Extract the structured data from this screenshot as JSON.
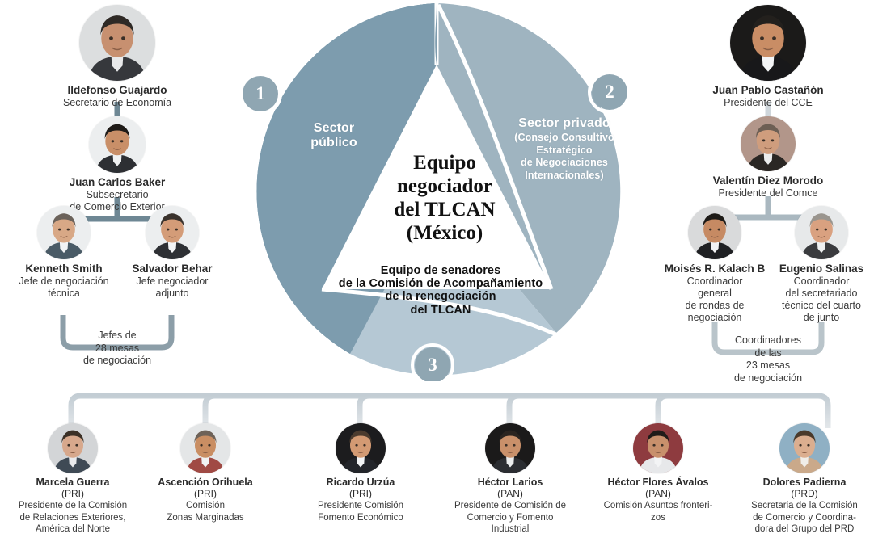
{
  "title": "Equipo negociador del TLCAN (México)",
  "wheel": {
    "center_text": "Equipo\nnegociador\ndel TLCAN\n(México)",
    "center_lines": [
      "Equipo",
      "negociador",
      "del TLCAN",
      "(México)"
    ],
    "segments": [
      {
        "number": "1",
        "label": "Sector\npúblico",
        "label_lines": [
          "Sector",
          "público"
        ],
        "sub_lines": [],
        "color": "#7d9cae"
      },
      {
        "number": "2",
        "label": "Sector privado",
        "label_lines": [
          "Sector privado"
        ],
        "sub_lines": [
          "(Consejo Consultivo",
          "Estratégico",
          "de Negociaciones",
          "Internacionales)"
        ],
        "color": "#9fb4c0"
      },
      {
        "number": "3",
        "label": "Equipo de senadores de la Comisión de Acompañamiento de la renegociación del TLCAN",
        "label_lines": [
          "Equipo de senadores",
          "de la Comisión de Acompañamiento",
          "de la renegociación",
          "del TLCAN"
        ],
        "sub_lines": [],
        "color": "#b5c8d4"
      }
    ],
    "badge_color": "#8fa6b2"
  },
  "public_sector": {
    "people": [
      {
        "name": "Ildefonso Guajardo",
        "role_lines": [
          "Secretario de Economía"
        ],
        "skin": "#c79070",
        "hair": "#2f2a26",
        "suit": "#36383c",
        "shirt": "#e8e9ea",
        "bg": "#dcdedf"
      },
      {
        "name": "Juan Carlos Baker",
        "role_lines": [
          "Subsecretario",
          "de Comercio Exterior"
        ],
        "skin": "#c98f68",
        "hair": "#1f1b18",
        "suit": "#2d2f33",
        "shirt": "#f0f1f2",
        "bg": "#eceeef"
      },
      {
        "name": "Kenneth Smith",
        "role_lines": [
          "Jefe de negociación",
          "técnica"
        ],
        "skin": "#d8a886",
        "hair": "#6b625a",
        "suit": "#4a5b66",
        "shirt": "#f2f3f4",
        "bg": "#eceeef"
      },
      {
        "name": "Salvador Behar",
        "role_lines": [
          "Jefe negociador",
          "adjunto"
        ],
        "skin": "#d49c78",
        "hair": "#3a322c",
        "suit": "#2e3034",
        "shirt": "#f3f4f5",
        "bg": "#eceeef"
      }
    ],
    "note_lines": [
      "Jefes de",
      "28 mesas",
      "de negociación"
    ]
  },
  "private_sector": {
    "people": [
      {
        "name": "Juan Pablo Castañón",
        "role_lines": [
          "Presidente del CCE"
        ],
        "skin": "#c98d65",
        "hair": "#23201d",
        "suit": "#18181a",
        "shirt": "#f4f5f6",
        "bg": "#1b1a19"
      },
      {
        "name": "Valentín Diez Morodo",
        "role_lines": [
          "Presidente del Comce"
        ],
        "skin": "#cf9d7d",
        "hair": "#6d5f54",
        "suit": "#2a2724",
        "shirt": "#eceded",
        "bg": "#b2968a"
      },
      {
        "name": "Moisés R. Kalach B",
        "role_lines": [
          "Coordinador",
          "general",
          "de rondas de",
          "negociación"
        ],
        "skin": "#c68a63",
        "hair": "#1d1a17",
        "suit": "#1f2023",
        "shirt": "#f2f2f3",
        "bg": "#d9dadb"
      },
      {
        "name": "Eugenio Salinas",
        "role_lines": [
          "Coordinador",
          "del secretariado",
          "técnico del cuarto",
          "de junto"
        ],
        "skin": "#d9a180",
        "hair": "#9a958e",
        "suit": "#3a3b3e",
        "shirt": "#eef0f0",
        "bg": "#e7e9ea"
      }
    ],
    "note_lines": [
      "Coordinadores",
      "de las",
      "23 mesas",
      "de negociación"
    ]
  },
  "senators": [
    {
      "name": "Marcela Guerra",
      "party": "(PRI)",
      "role_lines": [
        "Presidente de la Comisión",
        "de Relaciones Exteriores,",
        "América del Norte"
      ],
      "skin": "#d7a88c",
      "hair": "#3b3026",
      "suit": "#3f4a55",
      "shirt": "#e9eaec",
      "bg": "#d3d5d7"
    },
    {
      "name": "Ascención Orihuela",
      "party": "(PRI)",
      "role_lines": [
        "Comisión",
        "Zonas Marginadas"
      ],
      "skin": "#c98e63",
      "hair": "#6e6258",
      "suit": "#a04a44",
      "shirt": "#f1f2f3",
      "bg": "#e4e6e7"
    },
    {
      "name": "Ricardo Urzúa",
      "party": "(PRI)",
      "role_lines": [
        "Presidente Comisión",
        "Fomento Económico"
      ],
      "skin": "#d39a73",
      "hair": "#4b3b2e",
      "suit": "#23252a",
      "shirt": "#f3f4f5",
      "bg": "#1c1c1e"
    },
    {
      "name": "Héctor Larios",
      "party": "(PAN)",
      "role_lines": [
        "Presidente de Comisión de",
        "Comercio y Fomento",
        "Industrial"
      ],
      "skin": "#c9906a",
      "hair": "#2a2420",
      "suit": "#2b2d31",
      "shirt": "#eceded",
      "bg": "#1b1a1a"
    },
    {
      "name": "Héctor Flores Ávalos",
      "party": "(PAN)",
      "role_lines": [
        "Comisión Asuntos fronteri-",
        "zos"
      ],
      "skin": "#c8906c",
      "hair": "#201c19",
      "suit": "#e7e8ea",
      "shirt": "#f3f4f5",
      "bg": "#8e3b3f"
    },
    {
      "name": "Dolores Padierna",
      "party": "(PRD)",
      "role_lines": [
        "Secretaria de la Comisión",
        "de Comercio y Coordina-",
        "dora del Grupo del PRD"
      ],
      "skin": "#dbae8f",
      "hair": "#4a3a2b",
      "suit": "#caa98a",
      "shirt": "#f0eee9",
      "bg": "#8fb0c4"
    }
  ],
  "colors": {
    "connector": "#b6c2ca",
    "connector_left": "#6e8794",
    "text": "#2b2b2b"
  }
}
